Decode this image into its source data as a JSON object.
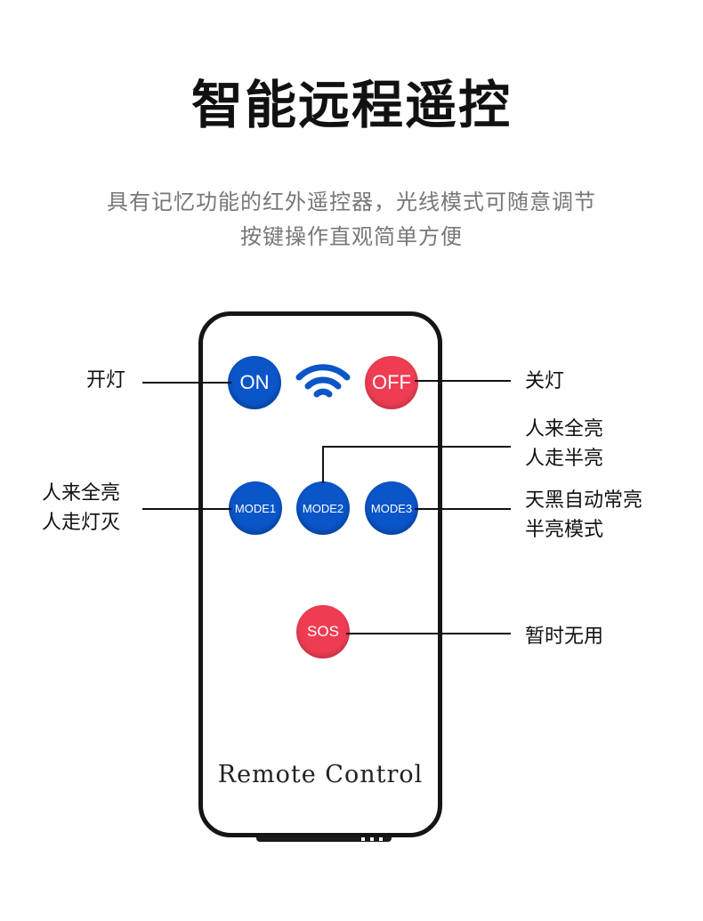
{
  "header": {
    "title": "智能远程遥控",
    "subtitle_line1": "具有记忆功能的红外遥控器，光线模式可随意调节",
    "subtitle_line2": "按键操作直观简单方便"
  },
  "remote": {
    "label": "Remote Control",
    "buttons": {
      "on": "ON",
      "off": "OFF",
      "mode1": "MODE1",
      "mode2": "MODE2",
      "mode3": "MODE3",
      "sos": "SOS"
    },
    "colors": {
      "blue": "#0a55c8",
      "red": "#ee3d53",
      "body_border": "#151515"
    }
  },
  "annotations": {
    "on": "开灯",
    "off": "关灯",
    "mode2_line1": "人来全亮",
    "mode2_line2": "人走半亮",
    "mode1_line1": "人来全亮",
    "mode1_line2": "人走灯灭",
    "mode3_line1": "天黑自动常亮",
    "mode3_line2": "半亮模式",
    "sos": "暂时无用"
  },
  "icons": {
    "signal": "wifi-signal-icon"
  }
}
